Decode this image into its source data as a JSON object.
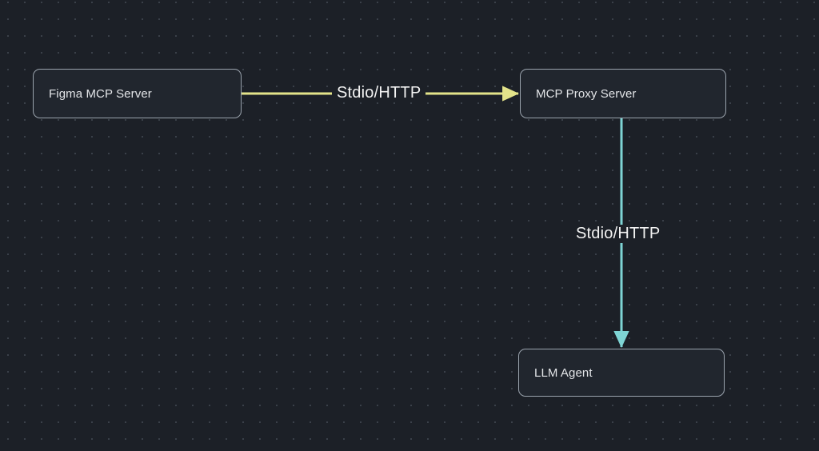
{
  "diagram": {
    "type": "flowchart",
    "background_color": "#1c2027",
    "grid": "dot-grid",
    "nodes": [
      {
        "id": "figma-mcp-server",
        "label": "Figma MCP Server",
        "border_color": "#9aa3ad",
        "fill_color": "#21262e"
      },
      {
        "id": "mcp-proxy-server",
        "label": "MCP Proxy Server",
        "border_color": "#9aa3ad",
        "fill_color": "#21262e"
      },
      {
        "id": "llm-agent",
        "label": "LLM Agent",
        "border_color": "#9aa3ad",
        "fill_color": "#21262e"
      }
    ],
    "edges": [
      {
        "id": "figma-to-proxy",
        "from": "figma-mcp-server",
        "to": "mcp-proxy-server",
        "label": "Stdio/HTTP",
        "color": "#e3e38a",
        "direction": "horizontal",
        "arrow": "end"
      },
      {
        "id": "proxy-to-agent",
        "from": "mcp-proxy-server",
        "to": "llm-agent",
        "label": "Stdio/HTTP",
        "color": "#7ed4d4",
        "direction": "vertical",
        "arrow": "end"
      }
    ]
  }
}
